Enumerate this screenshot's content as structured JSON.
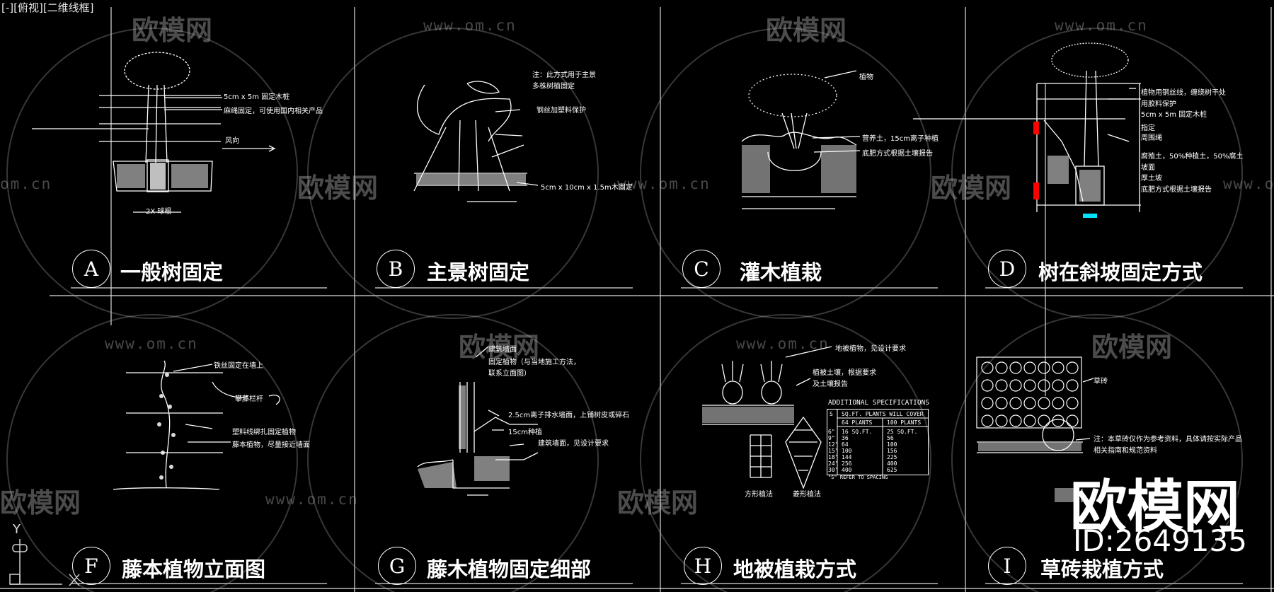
{
  "viewport": {
    "label": "[-][俯视][二维线框]"
  },
  "panels": [
    {
      "letter": "A",
      "title": "一般树固定"
    },
    {
      "letter": "B",
      "title": "主景树固定"
    },
    {
      "letter": "C",
      "title": "灌木植栽"
    },
    {
      "letter": "D",
      "title": "树在斜坡固定方式"
    },
    {
      "letter": "F",
      "title": "藤本植物立面图"
    },
    {
      "letter": "G",
      "title": "藤木植物固定细部"
    },
    {
      "letter": "H",
      "title": "地被植栽方式"
    },
    {
      "letter": "I",
      "title": "草砖栽植方式"
    }
  ],
  "notes": {
    "a1": "5cm x 5m 固定木桩",
    "a2": "麻绳固定，可使用国内相关产品",
    "a3": "风向",
    "a4": "2X 球根",
    "b1": "注：此方式用于主景",
    "b2": "多株树植固定",
    "b3": "钢丝加塑料保护",
    "b4": "5cm x 10cm x 1.5m木固定",
    "c1": "植物",
    "c2": "营养土，15cm离子种植",
    "c3": "底肥方式根据土壤报告",
    "d1": "植物用钢丝线，缠绕树干处",
    "d2": "用胶料保护",
    "d3": "5cm x 5m 固定木桩",
    "d4": "指定",
    "d5": "周围绳",
    "d6": "腐殖土，50%种植土，50%腐土",
    "d7": "坡面",
    "d8": "厚土坡",
    "d9": "底肥方式根据土壤报告",
    "f1": "铁丝固定在墙上",
    "f2": "攀藤栏杆",
    "f3": "塑料线绑扎固定植物",
    "f4": "藤本植物，尽量接近墙面",
    "g1": "建筑墙面",
    "g2": "固定植物（与当地施工方法，",
    "g3": "联系立面图）",
    "g4": "2.5cm离子排水墙面，上铺树皮或碎石",
    "g5": "15cm种植",
    "g6": "建筑墙面，见设计要求",
    "h1": "地被植物，见设计要求",
    "h2": "植被土壤，根据要求",
    "h3": "及土壤报告",
    "h4": "方形植法",
    "h5": "菱形植法",
    "i1": "草砖",
    "i2": "注：本草砖仅作为参考资料，具体请按实际产品",
    "i3": "相关指南和规范资料"
  },
  "spec_table": {
    "title": "ADDITIONAL SPECIFICATIONS",
    "headers": [
      "S",
      "SQ.FT. PLANTS WILL COVER"
    ],
    "subheaders": [
      "64 PLANTS",
      "100 PLANTS"
    ],
    "rows": [
      [
        "6\"",
        "16 SQ.FT.",
        "25 SQ.FT."
      ],
      [
        "9\"",
        "36",
        "56"
      ],
      [
        "12\"",
        "64",
        "100"
      ],
      [
        "15\"",
        "100",
        "156"
      ],
      [
        "18\"",
        "144",
        "225"
      ],
      [
        "24\"",
        "256",
        "400"
      ],
      [
        "30\"",
        "400",
        "625"
      ]
    ],
    "note": "\"S\" REFER TO SPACING"
  },
  "watermarks": {
    "brand": "欧模网",
    "url": "www.om.cn",
    "url_partial": "om.cn",
    "id": "ID:2649135"
  },
  "ucs": {
    "y": "Y",
    "x": "X"
  },
  "colors": {
    "background": "#000000",
    "lines": "#ffffff",
    "accent_red": "#ff0000",
    "accent_cyan": "#00e5ff"
  }
}
